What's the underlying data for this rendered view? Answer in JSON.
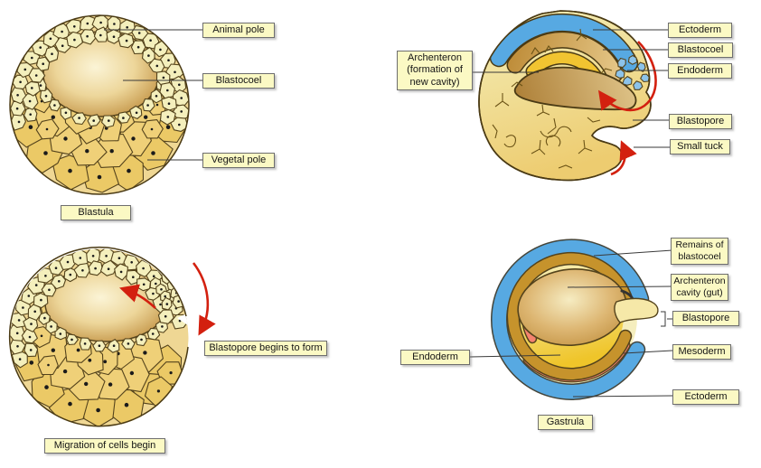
{
  "blastula_panel": {
    "caption": "Blastula",
    "labels": {
      "animal_pole": "Animal pole",
      "blastocoel": "Blastocoel",
      "vegetal_pole": "Vegetal pole"
    }
  },
  "early_gastrula_panel": {
    "labels": {
      "archenteron": "Archenteron (formation of new cavity)",
      "ectoderm": "Ectoderm",
      "blastocoel": "Blastocoel",
      "endoderm": "Endoderm",
      "blastopore": "Blastopore",
      "small_tuck": "Small tuck"
    }
  },
  "migration_panel": {
    "caption": "Migration of cells begin",
    "labels": {
      "blastopore_forming": "Blastopore begins to form"
    }
  },
  "gastrula_panel": {
    "caption": "Gastrula",
    "labels": {
      "remains_of_blastocoel": "Remains of blastocoel",
      "archenteron_cavity": "Archenteron cavity (gut)",
      "blastopore": "Blastopore",
      "mesoderm": "Mesoderm",
      "ectoderm": "Ectoderm",
      "endoderm": "Endoderm"
    }
  },
  "colors": {
    "ectoderm_blue": "#57A9E2",
    "mesoderm_pink": "#F5836F",
    "endoderm_gold": "#EFC52A",
    "cell_cream": "#F4EFBC",
    "cell_gold": "#EFD078",
    "label_bg": "#FBF9C4",
    "arrow_red": "#D3200F"
  }
}
